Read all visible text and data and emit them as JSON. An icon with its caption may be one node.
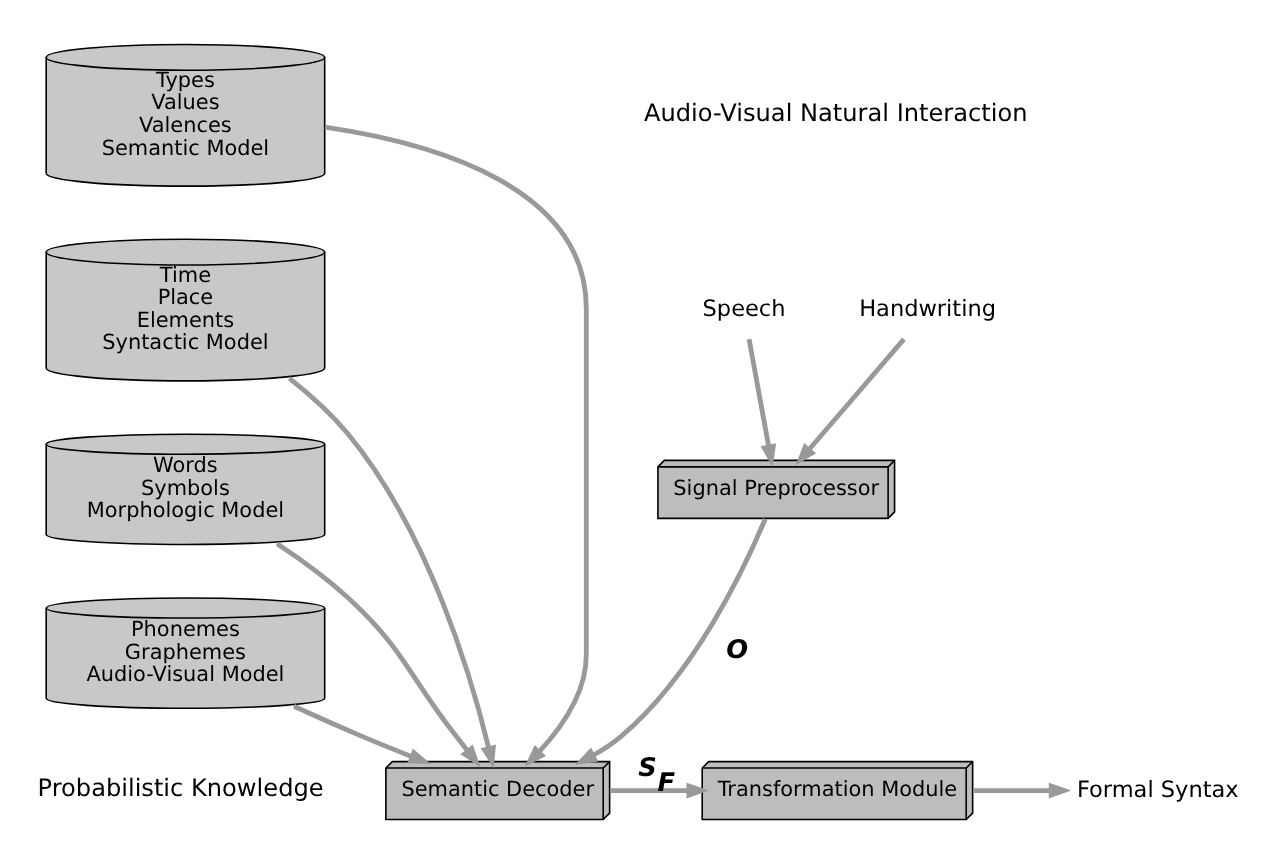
{
  "diagram": {
    "nodes": [
      {
        "text": [
          "Types",
          "Values",
          "Valences",
          "Semantic Model"
        ]
      },
      {
        "text": [
          "Time",
          "Place",
          "Elements",
          "Syntactic Model"
        ]
      },
      {
        "text": [
          "Words",
          "Symbols",
          "Morphologic Model"
        ]
      },
      {
        "text": [
          "Phonemes",
          "Graphemes",
          "Audio-Visual Model"
        ]
      },
      {
        "text": [
          "Speech"
        ]
      },
      {
        "text": [
          "Handwriting"
        ]
      },
      {
        "text": [
          "Signal Preprocessor"
        ]
      },
      {
        "text": [
          "Semantic Decoder"
        ]
      },
      {
        "text": [
          "Transformation Module"
        ]
      },
      {
        "text": [
          "Formal Syntax"
        ]
      }
    ],
    "edges": [
      {
        "from": 0,
        "to": 7,
        "arrow": "to"
      },
      {
        "from": 1,
        "to": 7,
        "arrow": "to"
      },
      {
        "from": 2,
        "to": 7,
        "arrow": "to"
      },
      {
        "from": 3,
        "to": 7,
        "arrow": "to"
      },
      {
        "from": 4,
        "to": 6,
        "arrow": "to"
      },
      {
        "from": 5,
        "to": 6,
        "arrow": "to"
      },
      {
        "from": 6,
        "to": 7,
        "arrow": "to",
        "label": "O"
      },
      {
        "from": 7,
        "to": 8,
        "arrow": "to",
        "label": "S$_{F}$"
      },
      {
        "from": 8,
        "to": 9,
        "arrow": "to"
      }
    ],
    "labels": [
      "Audio-Visual Natural Interaction",
      "Probabilistic Knowledge"
    ]
  }
}
